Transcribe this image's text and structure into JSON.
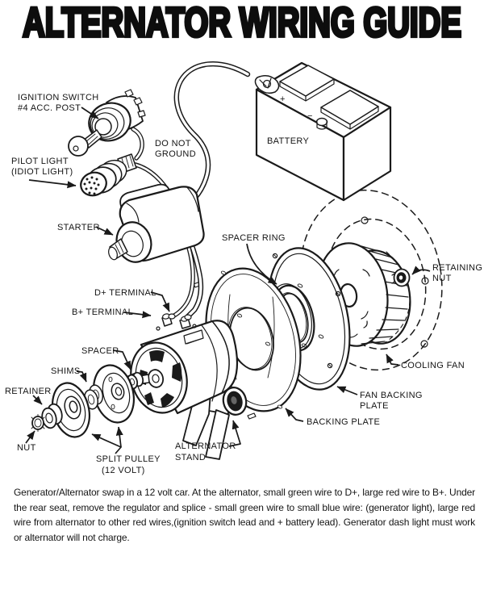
{
  "title": "ALTERNATOR WIRING GUIDE",
  "colors": {
    "ink": "#1a1a1a",
    "paper": "#ffffff"
  },
  "diagram": {
    "labels": {
      "ignition_switch": {
        "line1": "IGNITION SWITCH",
        "line2": "#4 ACC. POST"
      },
      "pilot_light": {
        "line1": "PILOT LIGHT",
        "line2": "(IDIOT LIGHT)"
      },
      "do_not_ground": {
        "line1": "DO NOT",
        "line2": "GROUND"
      },
      "battery": "BATTERY",
      "starter": "STARTER",
      "spacer_ring": "SPACER RING",
      "retaining_nut": {
        "line1": "RETAINING",
        "line2": "NUT"
      },
      "cooling_fan": "COOLING FAN",
      "fan_backing_plate": {
        "line1": "FAN BACKING",
        "line2": "PLATE"
      },
      "backing_plate": "BACKING PLATE",
      "d_terminal": "D+ TERMINAL",
      "b_terminal": "B+ TERMINAL",
      "spacer": "SPACER",
      "shims": "SHIMS",
      "retainer": "RETAINER",
      "nut": "NUT",
      "split_pulley": {
        "line1": "SPLIT PULLEY",
        "line2": "(12 VOLT)"
      },
      "alternator_stand": {
        "line1": "ALTERNATOR",
        "line2": "STAND"
      }
    },
    "battery_marks": {
      "positive": "+",
      "negative": "−"
    }
  },
  "notes": {
    "text": "Generator/Alternator swap in a 12 volt car. At the alternator, small green wire to D+, large red wire to B+. Under the rear seat, remove the regulator and splice - small green wire to small blue wire: (generator light), large red wire from alternator to other red wires,(ignition switch lead and + battery lead). Generator dash light must work or alternator will not charge."
  }
}
